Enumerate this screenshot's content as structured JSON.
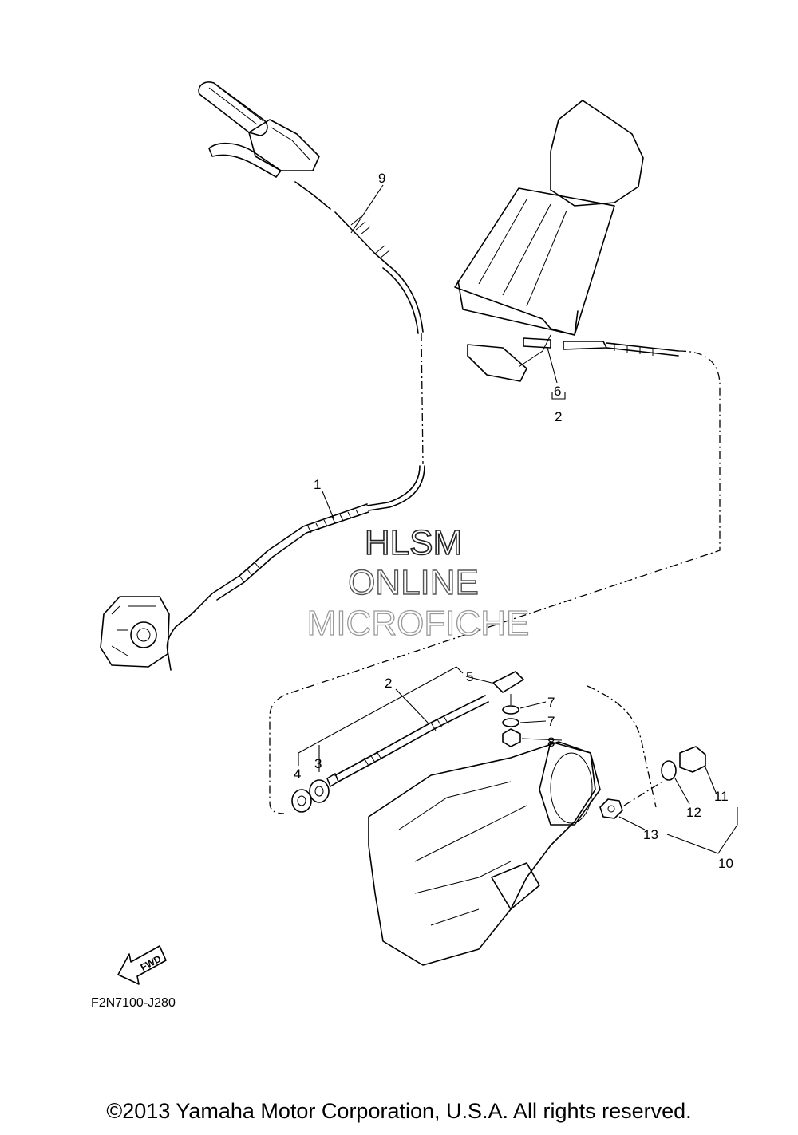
{
  "watermark": {
    "line1": "HLSM",
    "line2": "ONLINE",
    "line3": "MICROFICHE"
  },
  "callouts": {
    "c1": "1",
    "c2a": "2",
    "c2b": "2",
    "c3": "3",
    "c4": "4",
    "c5": "5",
    "c6": "6",
    "c7a": "7",
    "c7b": "7",
    "c8": "8",
    "c9": "9",
    "c10": "10",
    "c11": "11",
    "c12": "12",
    "c13": "13"
  },
  "fwd_label": "FWD",
  "diagram_code": "F2N7100-J280",
  "copyright": "©2013 Yamaha Motor Corporation, U.S.A. All rights reserved."
}
